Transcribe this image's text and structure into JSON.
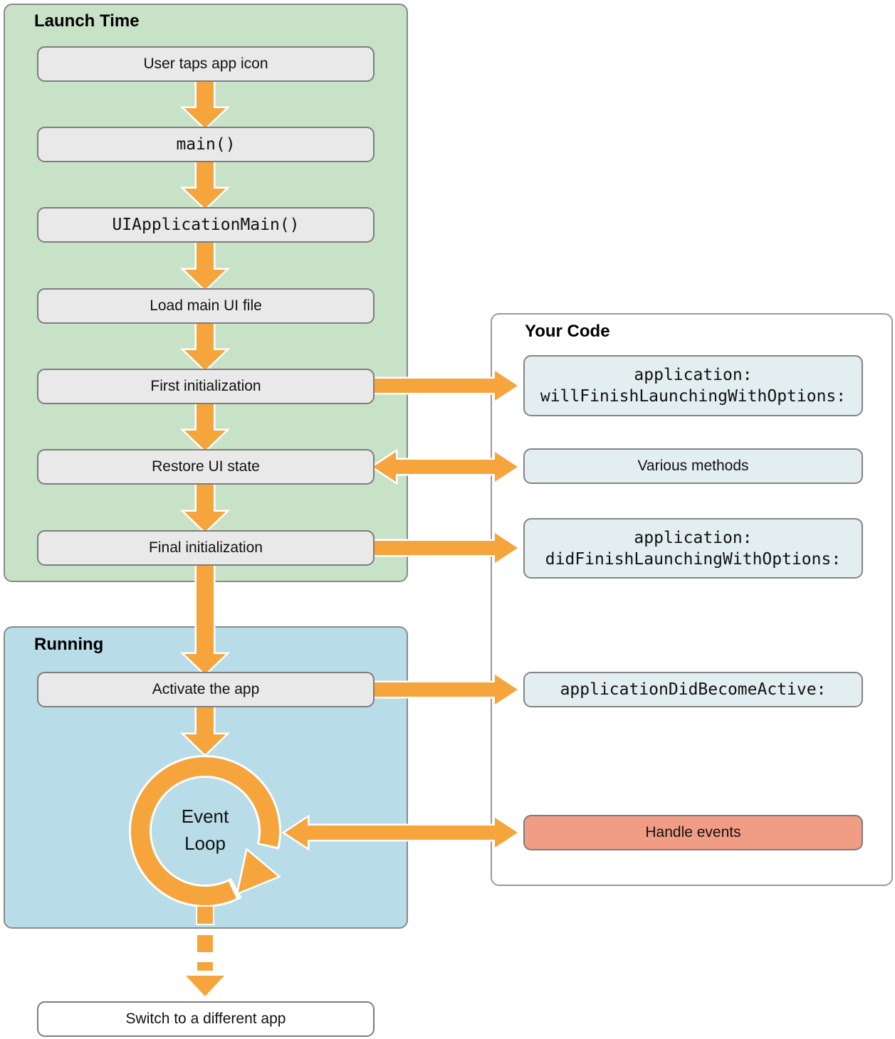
{
  "launch_time": {
    "title": "Launch Time",
    "step_user_taps": "User taps app icon",
    "step_main": "main()",
    "step_ui_application_main": "UIApplicationMain()",
    "step_load_ui": "Load main UI file",
    "step_first_init": "First initialization",
    "step_restore_ui": "Restore UI state",
    "step_final_init": "Final initialization"
  },
  "running": {
    "title": "Running",
    "step_activate": "Activate the app",
    "event_loop_line1": "Event",
    "event_loop_line2": "Loop"
  },
  "your_code": {
    "title": "Your Code",
    "will_finish_line1": "application:",
    "will_finish_line2": "willFinishLaunchingWithOptions:",
    "various_methods": "Various methods",
    "did_finish_line1": "application:",
    "did_finish_line2": "didFinishLaunchingWithOptions:",
    "did_become_active": "applicationDidBecomeActive:",
    "handle_events": "Handle events"
  },
  "footer": {
    "switch_app": "Switch to a different app"
  },
  "colors": {
    "accent_orange": "#f5a53c",
    "panel_green": "#c7e2c7",
    "panel_blue": "#b8dce8",
    "box_grey": "#e9e9e9",
    "box_cyan": "#e3eef0",
    "box_salmon": "#f19d86",
    "border_grey": "#7d7d7d",
    "arrow_outline": "#ffffff"
  }
}
